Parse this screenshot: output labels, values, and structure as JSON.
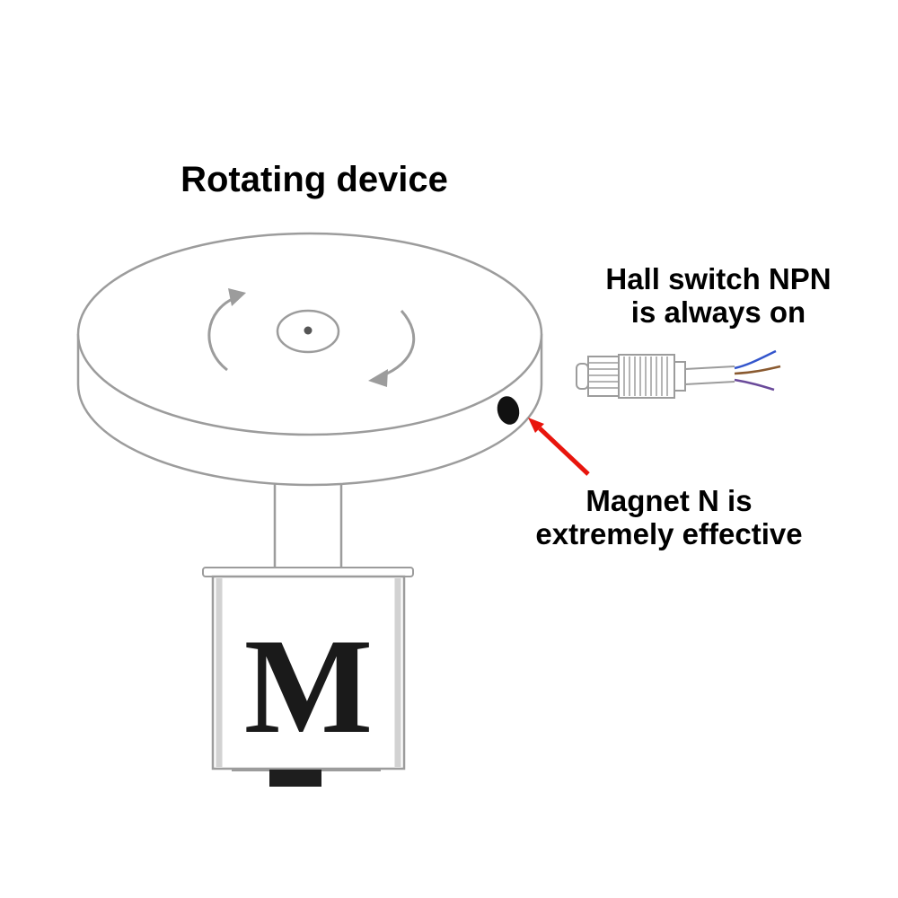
{
  "labels": {
    "title": "Rotating device",
    "hall_line1": "Hall switch NPN",
    "hall_line2": "is always on",
    "magnet_line1": "Magnet N is",
    "magnet_line2": "extremely effective",
    "motor_letter": "M"
  },
  "icons": {
    "rotation_arrows": "curved-rotation-arrows",
    "magnet": "magnet-dot",
    "sensor": "hall-proximity-sensor",
    "pointer": "red-pointer-arrow"
  },
  "colors": {
    "background": "#ffffff",
    "outline_gray": "#9c9c9c",
    "text_black": "#000000",
    "magnet_black": "#111111",
    "arrow_red": "#e8150d",
    "wire_blue": "#3355cc",
    "wire_brown": "#8a5a30",
    "wire_purple": "#6a4a9a"
  }
}
